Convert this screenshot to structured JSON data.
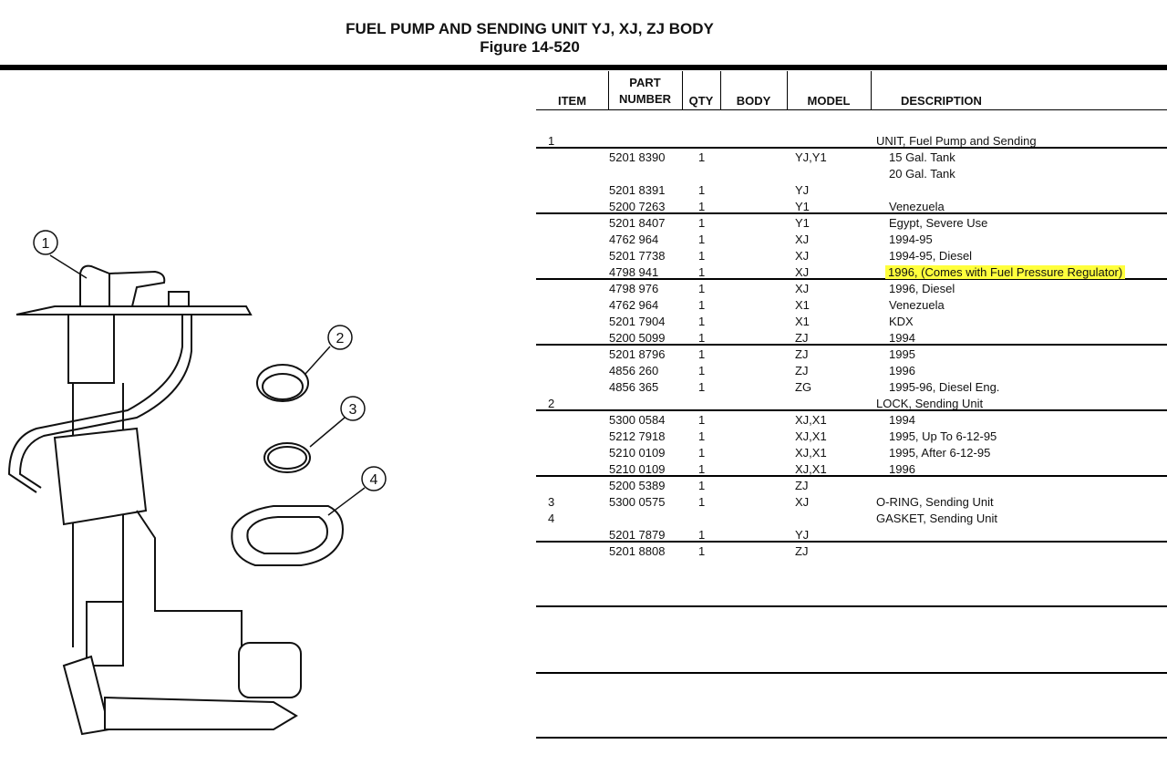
{
  "header": {
    "title": "FUEL PUMP AND SENDING UNIT YJ, XJ, ZJ BODY",
    "figure": "Figure  14-520"
  },
  "columns": {
    "item": "ITEM",
    "part_number_line1": "PART",
    "part_number_line2": "NUMBER",
    "qty": "QTY",
    "body": "BODY",
    "model": "MODEL",
    "description": "DESCRIPTION"
  },
  "highlight_color": "#ffff3c",
  "callouts": [
    "1",
    "2",
    "3",
    "4"
  ],
  "rows": [
    {
      "item": "1",
      "part": "",
      "qty": "",
      "model": "",
      "desc": "UNIT, Fuel Pump and Sending",
      "indent": false,
      "sep": true
    },
    {
      "item": "",
      "part": "5201 8390",
      "qty": "1",
      "model": "YJ,Y1",
      "desc": "15 Gal. Tank",
      "indent": true
    },
    {
      "item": "",
      "part": "",
      "qty": "",
      "model": "",
      "desc": "20 Gal. Tank",
      "indent": true
    },
    {
      "item": "",
      "part": "5201 8391",
      "qty": "1",
      "model": "YJ",
      "desc": "",
      "indent": true
    },
    {
      "item": "",
      "part": "5200 7263",
      "qty": "1",
      "model": "Y1",
      "desc": "Venezuela",
      "indent": true,
      "sep": true
    },
    {
      "item": "",
      "part": "5201 8407",
      "qty": "1",
      "model": "Y1",
      "desc": "Egypt, Severe Use",
      "indent": true
    },
    {
      "item": "",
      "part": "4762 964",
      "qty": "1",
      "model": "XJ",
      "desc": "1994-95",
      "indent": true
    },
    {
      "item": "",
      "part": "5201 7738",
      "qty": "1",
      "model": "XJ",
      "desc": "1994-95, Diesel",
      "indent": true
    },
    {
      "item": "",
      "part": "4798 941",
      "qty": "1",
      "model": "XJ",
      "desc": "1996, (Comes with Fuel Pressure Regulator)",
      "indent": true,
      "highlight": true,
      "sep": true
    },
    {
      "item": "",
      "part": "4798 976",
      "qty": "1",
      "model": "XJ",
      "desc": "1996, Diesel",
      "indent": true
    },
    {
      "item": "",
      "part": "4762 964",
      "qty": "1",
      "model": "X1",
      "desc": "Venezuela",
      "indent": true
    },
    {
      "item": "",
      "part": "5201 7904",
      "qty": "1",
      "model": "X1",
      "desc": "KDX",
      "indent": true
    },
    {
      "item": "",
      "part": "5200 5099",
      "qty": "1",
      "model": "ZJ",
      "desc": "1994",
      "indent": true,
      "sep": true
    },
    {
      "item": "",
      "part": "5201 8796",
      "qty": "1",
      "model": "ZJ",
      "desc": "1995",
      "indent": true
    },
    {
      "item": "",
      "part": "4856 260",
      "qty": "1",
      "model": "ZJ",
      "desc": "1996",
      "indent": true
    },
    {
      "item": "",
      "part": "4856 365",
      "qty": "1",
      "model": "ZG",
      "desc": "1995-96, Diesel Eng.",
      "indent": true
    },
    {
      "item": "2",
      "part": "",
      "qty": "",
      "model": "",
      "desc": "LOCK, Sending Unit",
      "indent": false,
      "sep": true
    },
    {
      "item": "",
      "part": "5300 0584",
      "qty": "1",
      "model": "XJ,X1",
      "desc": "1994",
      "indent": true
    },
    {
      "item": "",
      "part": "5212 7918",
      "qty": "1",
      "model": "XJ,X1",
      "desc": "1995, Up To 6-12-95",
      "indent": true
    },
    {
      "item": "",
      "part": "5210 0109",
      "qty": "1",
      "model": "XJ,X1",
      "desc": "1995, After 6-12-95",
      "indent": true
    },
    {
      "item": "",
      "part": "5210 0109",
      "qty": "1",
      "model": "XJ,X1",
      "desc": "1996",
      "indent": true,
      "sep": true
    },
    {
      "item": "",
      "part": "5200 5389",
      "qty": "1",
      "model": "ZJ",
      "desc": "",
      "indent": true
    },
    {
      "item": "3",
      "part": "5300 0575",
      "qty": "1",
      "model": "XJ",
      "desc": "O-RING, Sending Unit",
      "indent": false
    },
    {
      "item": "4",
      "part": "",
      "qty": "",
      "model": "",
      "desc": "GASKET, Sending Unit",
      "indent": false
    },
    {
      "item": "",
      "part": "5201 7879",
      "qty": "1",
      "model": "YJ",
      "desc": "",
      "indent": true,
      "sep": true
    },
    {
      "item": "",
      "part": "5201 8808",
      "qty": "1",
      "model": "ZJ",
      "desc": "",
      "indent": true
    }
  ]
}
